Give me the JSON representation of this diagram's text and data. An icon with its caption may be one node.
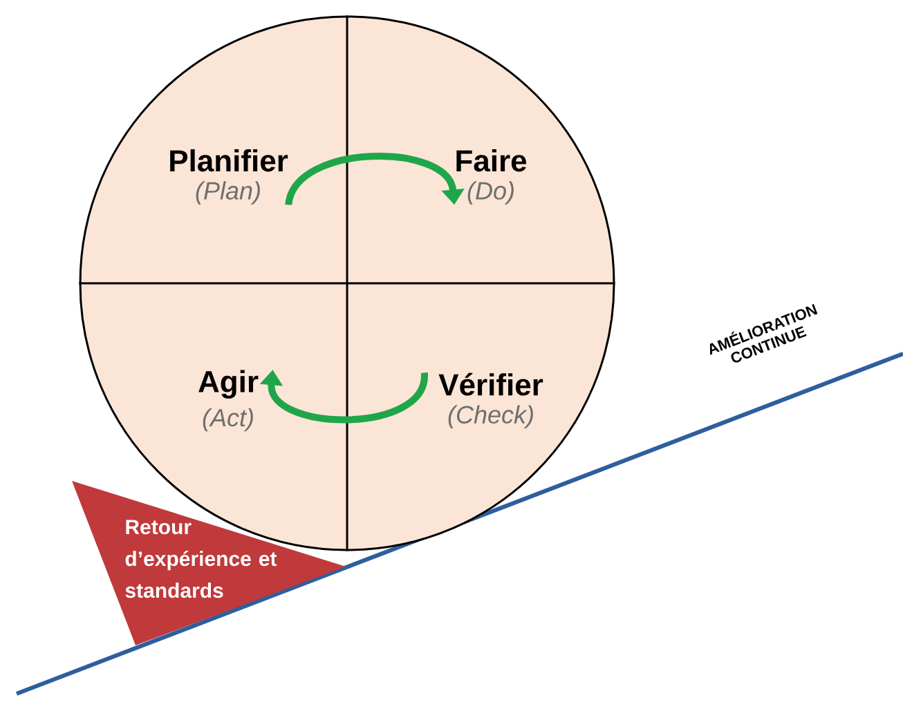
{
  "diagram": {
    "nodes": [
      {
        "text": [],
        "shape": "circle"
      },
      {
        "text": [
          "Planifier",
          "(Plan)"
        ],
        "in": 0
      },
      {
        "text": [
          "Faire",
          "(Do)"
        ],
        "in": 0
      },
      {
        "text": [
          "Agir",
          "(Act)"
        ],
        "in": 0
      },
      {
        "text": [
          "Vérifier",
          "(Check)"
        ],
        "in": 0
      },
      {
        "text": [
          "Retour d’expérience et standards"
        ]
      }
    ],
    "edges": [
      {
        "from": 1,
        "to": 2,
        "arrow": "to"
      },
      {
        "from": 4,
        "to": 3,
        "arrow": "to"
      }
    ],
    "labels": [
      "AMÉLIORATION CONTINUE"
    ]
  }
}
